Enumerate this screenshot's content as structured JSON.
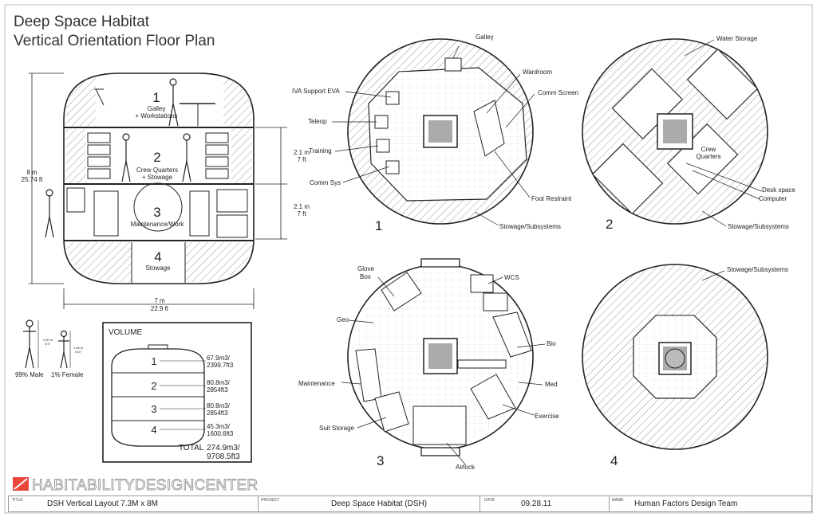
{
  "title": {
    "line1": "Deep Space Habitat",
    "line2": "Vertical Orientation Floor Plan"
  },
  "section": {
    "levels": [
      {
        "num": "1",
        "label1": "Galley",
        "label2": "+ Workstations"
      },
      {
        "num": "2",
        "label1": "Crew Quarters",
        "label2": "+ Stowage"
      },
      {
        "num": "3",
        "label1": "Maintenance/Work",
        "label2": ""
      },
      {
        "num": "4",
        "label1": "Stowage",
        "label2": ""
      }
    ],
    "dims": {
      "height_m": "8 m",
      "height_ft": "25.74 ft",
      "width_m": "7 m",
      "width_ft": "22.9 ft",
      "level2_m": "2.1 m",
      "level2_ft": "7 ft",
      "level3_m": "2.1 m",
      "level3_ft": "7 ft"
    }
  },
  "figures": {
    "male_label": "99% Male",
    "female_label": "1% Female",
    "male_h1": "1.90 m",
    "male_h2": "6'4\"",
    "female_h1": "1.48 m",
    "female_h2": "4'10\""
  },
  "volume": {
    "title": "VOLUME",
    "rows": [
      {
        "num": "1",
        "v1": "67.9m3/",
        "v2": "2399.7ft3"
      },
      {
        "num": "2",
        "v1": "80.8m3/",
        "v2": "2854ft3"
      },
      {
        "num": "3",
        "v1": "80.8m3/",
        "v2": "2854ft3"
      },
      {
        "num": "4",
        "v1": "45.3m3/",
        "v2": "1600.6ft3"
      }
    ],
    "total_label": "TOTAL",
    "total_v1": "274.9m3/",
    "total_v2": "9708.5ft3"
  },
  "plan1": {
    "num": "1",
    "labels": {
      "galley": "Galley",
      "wardroom": "Wardroom",
      "iva": "IVA Support EVA",
      "comm_screen": "Comm Screen",
      "teleop": "Teleop",
      "training": "Training",
      "comm_sys": "Comm Sys",
      "foot": "Foot Restraint",
      "stowage": "Stowage/Subsystems"
    }
  },
  "plan2": {
    "num": "2",
    "labels": {
      "water": "Water Storage",
      "crew1": "Crew",
      "crew2": "Quarters",
      "desk": "Desk space",
      "computer": "Computer",
      "stowage": "Stowage/Subsystems"
    }
  },
  "plan3": {
    "num": "3",
    "labels": {
      "glove1": "Glove",
      "glove2": "Box",
      "wcs": "WCS",
      "geo": "Geo",
      "bio": "Bio",
      "maintenance": "Maintenance",
      "med": "Med",
      "exercise": "Exercise",
      "suit": "Suit Storage",
      "airlock": "Airlock"
    }
  },
  "plan4": {
    "num": "4",
    "labels": {
      "stowage": "Stowage/Subsystems"
    }
  },
  "logo": "HABITABILITYDESIGNCENTER",
  "titleblock": {
    "title_lbl": "TITLE",
    "title_val": "DSH Vertical Layout  7.3M x 8M",
    "project_lbl": "PROJECT",
    "project_val": "Deep Space Habitat (DSH)",
    "date_lbl": "DATE",
    "date_val": "09.28.11",
    "name_lbl": "NAME",
    "name_val": "Human Factors Design Team"
  },
  "colors": {
    "accent": "#e8473a",
    "line": "#222222",
    "hatch": "#9a9a9a"
  }
}
